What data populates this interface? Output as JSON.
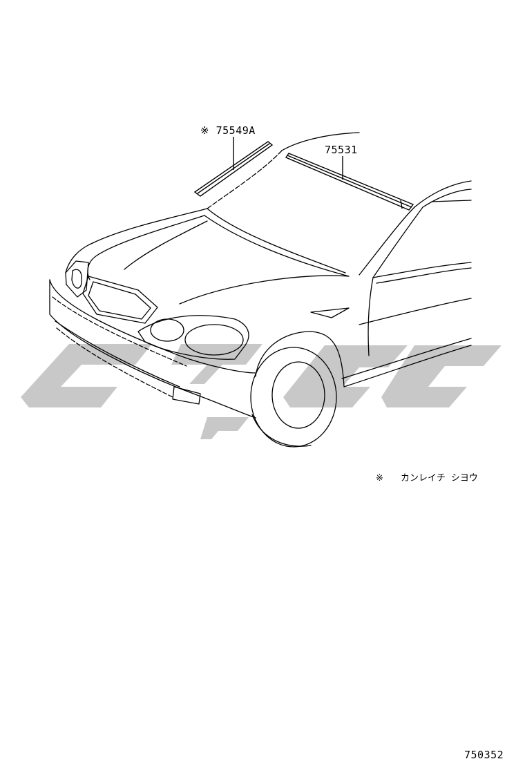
{
  "parts": [
    {
      "id": "75549a",
      "marker": "※",
      "number": "75549A"
    },
    {
      "id": "75531",
      "marker": "",
      "number": "75531"
    }
  ],
  "note": {
    "marker": "※",
    "text": "カンレイチ シヨウ"
  },
  "diagram_number": "750352",
  "colors": {
    "line": "#000000",
    "watermark": "#c8c8c8",
    "background": "#ffffff"
  }
}
